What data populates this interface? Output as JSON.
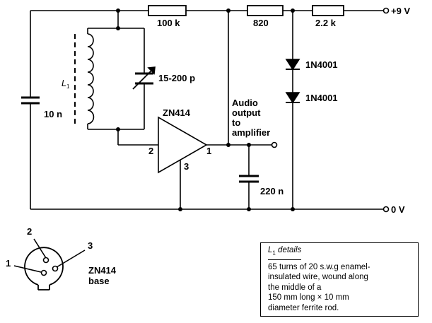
{
  "rails": {
    "positive": "+9 V",
    "ground": "0 V"
  },
  "components": {
    "r1": "100 k",
    "r2": "820",
    "r3": "2.2 k",
    "c_left": "10 n",
    "c_tune": "15-200 p",
    "c_out": "220 n",
    "d1": "1N4001",
    "d2": "1N4001",
    "ic": "ZN414",
    "coil": "L",
    "coil_sub": "1"
  },
  "pins": {
    "p1": "1",
    "p2": "2",
    "p3": "3"
  },
  "output_label": [
    "Audio",
    "output",
    "to",
    "amplifier"
  ],
  "base": {
    "label1": "ZN414",
    "label2": "base",
    "pin1": "1",
    "pin2": "2",
    "pin3": "3"
  },
  "details": {
    "title": "L",
    "title_sub": "1",
    "title_rest": " details",
    "lines": [
      "65 turns of 20 s.w.g enamel-",
      "insulated wire, wound along",
      "the middle of a",
      "150 mm long × 10 mm",
      "diameter ferrite rod."
    ]
  }
}
